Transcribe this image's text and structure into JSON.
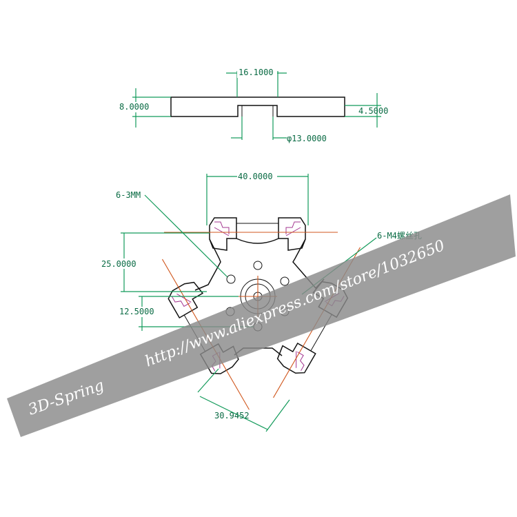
{
  "colors": {
    "outline": "#111111",
    "dimension": "#129a5a",
    "centerline": "#d0561c",
    "hidden_edge": "#a3348f",
    "watermark_band": "#8a8a8a"
  },
  "side_view": {
    "dim_top": "16.1000",
    "dim_left": "8.0000",
    "dim_right": "4.5000",
    "dim_bottom": "φ13.0000"
  },
  "top_view": {
    "dim_width": "40.0000",
    "dim_height": "25.0000",
    "dim_half": "12.5000",
    "dim_diag": "30.9452",
    "callout_holes": "6-3MM",
    "callout_tapped": "6-M4螺丝孔"
  },
  "watermark": {
    "brand": "3D-Spring",
    "url": "http://www.aliexpress.com/store/1032650"
  }
}
